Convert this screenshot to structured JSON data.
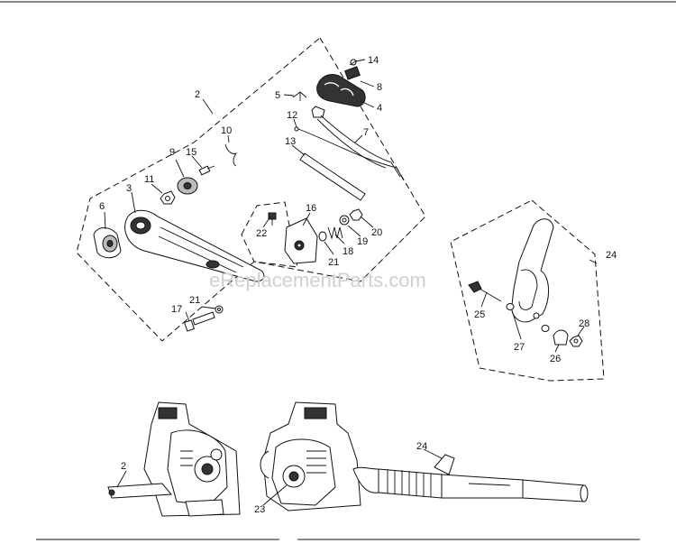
{
  "watermark": "eReplacementParts.com",
  "callouts": {
    "c2_top": "2",
    "c3": "3",
    "c4": "4",
    "c5": "5",
    "c6": "6",
    "c7": "7",
    "c8": "8",
    "c9": "9",
    "c10": "10",
    "c11": "11",
    "c12": "12",
    "c13": "13",
    "c14": "14",
    "c15": "15",
    "c16": "16",
    "c17": "17",
    "c18": "18",
    "c19": "19",
    "c20": "20",
    "c21_a": "21",
    "c21_b": "21",
    "c22": "22",
    "c24_kit": "24",
    "c25": "25",
    "c26": "26",
    "c27": "27",
    "c28": "28",
    "c2_bottom": "2",
    "c23": "23",
    "c24_bottom": "24"
  }
}
